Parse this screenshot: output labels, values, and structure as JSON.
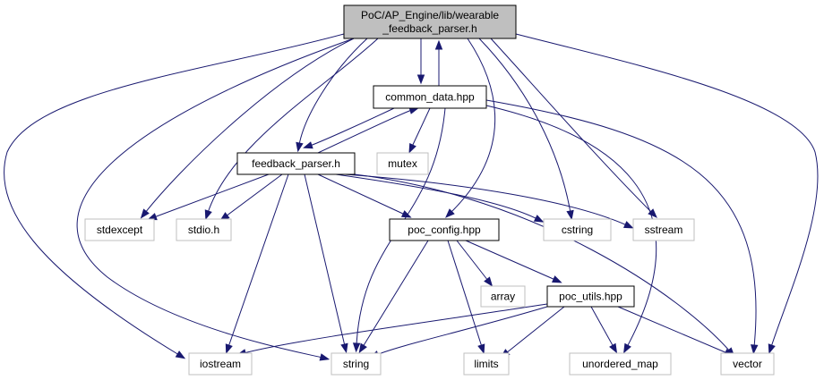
{
  "diagram": {
    "nodes": [
      {
        "id": "root",
        "lines": [
          "PoC/AP_Engine/lib/wearable",
          "_feedback_parser.h"
        ],
        "kind": "root"
      },
      {
        "id": "common_data",
        "lines": [
          "common_data.hpp"
        ],
        "kind": "local"
      },
      {
        "id": "feedback_parser",
        "lines": [
          "feedback_parser.h"
        ],
        "kind": "local"
      },
      {
        "id": "mutex",
        "lines": [
          "mutex"
        ],
        "kind": "system"
      },
      {
        "id": "stdexcept",
        "lines": [
          "stdexcept"
        ],
        "kind": "system"
      },
      {
        "id": "stdio",
        "lines": [
          "stdio.h"
        ],
        "kind": "system"
      },
      {
        "id": "poc_config",
        "lines": [
          "poc_config.hpp"
        ],
        "kind": "local"
      },
      {
        "id": "cstring",
        "lines": [
          "cstring"
        ],
        "kind": "system"
      },
      {
        "id": "sstream",
        "lines": [
          "sstream"
        ],
        "kind": "system"
      },
      {
        "id": "array",
        "lines": [
          "array"
        ],
        "kind": "system"
      },
      {
        "id": "poc_utils",
        "lines": [
          "poc_utils.hpp"
        ],
        "kind": "local"
      },
      {
        "id": "iostream",
        "lines": [
          "iostream"
        ],
        "kind": "system"
      },
      {
        "id": "string",
        "lines": [
          "string"
        ],
        "kind": "system"
      },
      {
        "id": "limits",
        "lines": [
          "limits"
        ],
        "kind": "system"
      },
      {
        "id": "unordered_map",
        "lines": [
          "unordered_map"
        ],
        "kind": "system"
      },
      {
        "id": "vector",
        "lines": [
          "vector"
        ],
        "kind": "system"
      }
    ],
    "edges": [
      [
        "root",
        "common_data"
      ],
      [
        "common_data",
        "root"
      ],
      [
        "root",
        "feedback_parser"
      ],
      [
        "root",
        "stdexcept"
      ],
      [
        "root",
        "stdio"
      ],
      [
        "root",
        "poc_config"
      ],
      [
        "root",
        "cstring"
      ],
      [
        "root",
        "sstream"
      ],
      [
        "root",
        "iostream"
      ],
      [
        "root",
        "string"
      ],
      [
        "root",
        "vector"
      ],
      [
        "common_data",
        "feedback_parser"
      ],
      [
        "feedback_parser",
        "common_data"
      ],
      [
        "common_data",
        "mutex"
      ],
      [
        "common_data",
        "string"
      ],
      [
        "common_data",
        "unordered_map"
      ],
      [
        "common_data",
        "vector"
      ],
      [
        "feedback_parser",
        "stdexcept"
      ],
      [
        "feedback_parser",
        "stdio"
      ],
      [
        "feedback_parser",
        "poc_config"
      ],
      [
        "feedback_parser",
        "cstring"
      ],
      [
        "feedback_parser",
        "sstream"
      ],
      [
        "feedback_parser",
        "iostream"
      ],
      [
        "feedback_parser",
        "string"
      ],
      [
        "feedback_parser",
        "vector"
      ],
      [
        "poc_config",
        "array"
      ],
      [
        "poc_config",
        "poc_utils"
      ],
      [
        "poc_config",
        "string"
      ],
      [
        "poc_config",
        "limits"
      ],
      [
        "poc_utils",
        "iostream"
      ],
      [
        "poc_utils",
        "string"
      ],
      [
        "poc_utils",
        "limits"
      ],
      [
        "poc_utils",
        "unordered_map"
      ],
      [
        "poc_utils",
        "vector"
      ]
    ]
  },
  "colors": {
    "edge": "#191970",
    "root_fill": "#bfbfbf",
    "root_border": "#000000",
    "local_border": "#000000",
    "system_border": "#bfbfbf",
    "text": "#000000"
  }
}
